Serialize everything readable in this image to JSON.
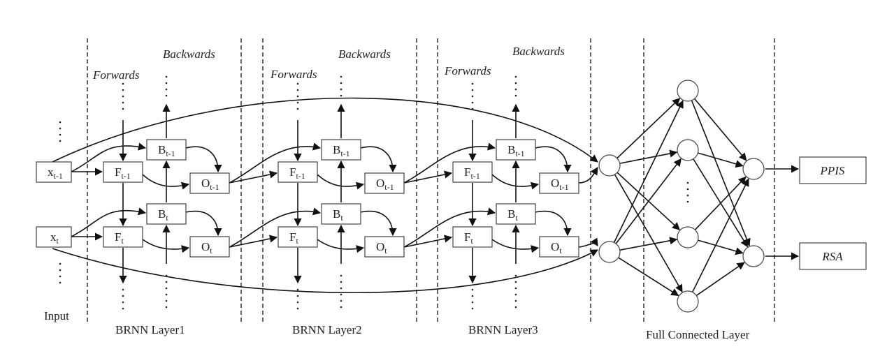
{
  "layers": {
    "input": "Input",
    "brnn1": "BRNN Layer1",
    "brnn2": "BRNN  Layer2",
    "brnn3": "BRNN Layer3",
    "fc": "Full Connected Layer"
  },
  "directions": {
    "forwards": "Forwards",
    "backwards": "Backwards"
  },
  "inputs": {
    "prev": {
      "base": "x",
      "sub": "t-1"
    },
    "curr": {
      "base": "x",
      "sub": "t"
    }
  },
  "cells": {
    "forward_prev": {
      "base": "F",
      "sub": "t-1"
    },
    "forward_curr": {
      "base": "F",
      "sub": "t"
    },
    "backward_prev": {
      "base": "B",
      "sub": "t-1"
    },
    "backward_curr": {
      "base": "B",
      "sub": "t"
    },
    "output_prev": {
      "base": "O",
      "sub": "t-1"
    },
    "output_curr": {
      "base": "O",
      "sub": "t"
    }
  },
  "outputs": {
    "ppis": "PPIS",
    "rsa": "RSA"
  }
}
